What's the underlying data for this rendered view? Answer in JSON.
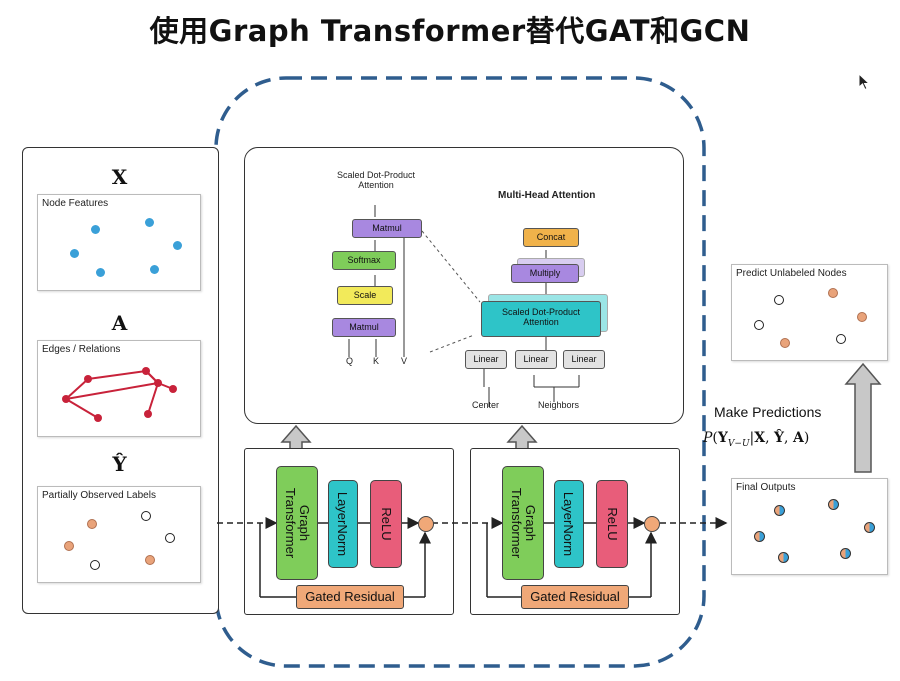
{
  "title": "使用Graph Transformer替代GAT和GCN",
  "inputs": {
    "x_symbol": "X",
    "node_features_label": "Node Features",
    "a_symbol": "A",
    "edges_label": "Edges / Relations",
    "y_symbol": "Ŷ",
    "labels_label": "Partially Observed Labels"
  },
  "attention": {
    "sdpa_title_line1": "Scaled Dot-Product",
    "sdpa_title_line2": "Attention",
    "matmul_top": "Matmul",
    "softmax": "Softmax",
    "scale": "Scale",
    "matmul_bottom": "Matmul",
    "q": "Q",
    "k": "K",
    "v": "V",
    "mha_title": "Multi-Head Attention",
    "concat": "Concat",
    "multiply": "Multiply",
    "sdpa_block_line1": "Scaled Dot-Product",
    "sdpa_block_line2": "Attention",
    "linear": "Linear",
    "center": "Center",
    "neighbors": "Neighbors"
  },
  "layer": {
    "graph_transformer_line1": "Graph",
    "graph_transformer_line2": "Transformer",
    "layernorm": "LayerNorm",
    "relu": "ReLU",
    "gated_residual": "Gated Residual"
  },
  "output": {
    "predict_label": "Predict Unlabeled Nodes",
    "make_predictions": "Make Predictions",
    "formula": "P(Y_{V−U}|X, Ŷ, A)",
    "final_outputs_label": "Final Outputs"
  },
  "colors": {
    "node_blue": "#3aa0d8",
    "edge_red": "#c8223a",
    "label_orange": "#e9a37a",
    "graph_transformer_green": "#7fcd5a",
    "layernorm_cyan": "#2ec4c8",
    "relu_pink": "#e85d7a",
    "gated_residual_orange": "#f0a878",
    "matmul_purple": "#a888e0",
    "softmax_green": "#7fcd5a",
    "scale_yellow": "#f2ea5a",
    "concat_orange": "#f0b24a",
    "sdpa_cyan": "#2ec4c8",
    "dashed_border_blue": "#2f5d8e"
  }
}
